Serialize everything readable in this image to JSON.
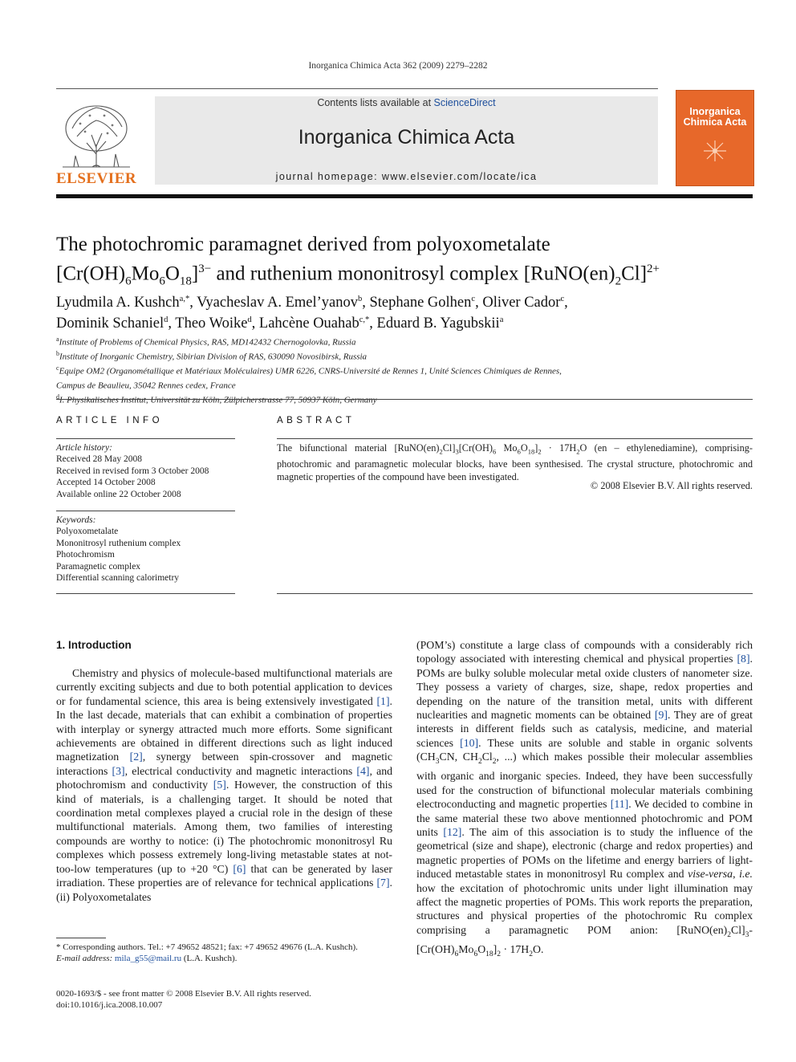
{
  "header": {
    "citation": "Inorganica Chimica Acta 362 (2009) 2279–2282",
    "contents_prefix": "Contents lists available at ",
    "sciencedirect": "ScienceDirect",
    "journal_title": "Inorganica Chimica Acta",
    "homepage": "journal homepage: www.elsevier.com/locate/ica",
    "publisher": "ELSEVIER",
    "cover_title_1": "Inorganica",
    "cover_title_2": "Chimica Acta"
  },
  "article": {
    "title_line1": "The photochromic paramagnet derived from polyoxometalate",
    "title_l2_a": "[Cr(OH)",
    "title_l2_s1": "6",
    "title_l2_b": "Mo",
    "title_l2_s2": "6",
    "title_l2_c": "O",
    "title_l2_s3": "18",
    "title_l2_d": "]",
    "title_l2_sup1": "3−",
    "title_l2_e": " and ruthenium mononitrosyl complex [RuNO(en)",
    "title_l2_s4": "2",
    "title_l2_f": "Cl]",
    "title_l2_sup2": "2+",
    "authors": [
      {
        "name": "Lyudmila A. Kushch",
        "aff": "a,*",
        "sep": ", "
      },
      {
        "name": "Vyacheslav A. Emel’yanov",
        "aff": "b",
        "sep": ", "
      },
      {
        "name": "Stephane Golhen",
        "aff": "c",
        "sep": ", "
      },
      {
        "name": "Oliver Cador",
        "aff": "c",
        "sep": ","
      },
      {
        "name": "Dominik Schaniel",
        "aff": "d",
        "sep": ", "
      },
      {
        "name": "Theo Woike",
        "aff": "d",
        "sep": ", "
      },
      {
        "name": "Lahcène Ouahab",
        "aff": "c,*",
        "sep": ", "
      },
      {
        "name": "Eduard B. Yagubskii",
        "aff": "a",
        "sep": ""
      }
    ],
    "affiliations": [
      {
        "mark": "a",
        "text": "Institute of Problems of Chemical Physics, RAS, MD142432 Chernogolovka, Russia"
      },
      {
        "mark": "b",
        "text": "Institute of Inorganic Chemistry, Sibirian Division of RAS, 630090 Novosibirsk, Russia"
      },
      {
        "mark": "c",
        "text": "Equipe OM2 (Organométallique et Matériaux Moléculaires) UMR 6226, CNRS-Université de Rennes 1, Unité Sciences Chimiques de Rennes,"
      },
      {
        "mark": "",
        "text": "Campus de Beaulieu, 35042 Rennes cedex, France"
      },
      {
        "mark": "d",
        "text": "I. Physikalisches Institut, Universität zu Köln, Zülpicherstrasse 77, 50937 Köln, Germany"
      }
    ]
  },
  "article_info": {
    "heading": "ARTICLE INFO",
    "history_label": "Article history:",
    "history": [
      "Received 28 May 2008",
      "Received in revised form 3 October 2008",
      "Accepted 14 October 2008",
      "Available online 22 October 2008"
    ],
    "keywords_label": "Keywords:",
    "keywords": [
      "Polyoxometalate",
      "Mononitrosyl ruthenium complex",
      "Photochromism",
      "Paramagnetic complex",
      "Differential scanning calorimetry"
    ]
  },
  "abstract": {
    "heading": "ABSTRACT",
    "p1": "The bifunctional material [RuNO(en)",
    "p2": "2",
    "p3": "Cl]",
    "p4": "3",
    "p5": "[Cr(OH)",
    "p6": "6",
    "p7": " Mo",
    "p8": "6",
    "p9": "O",
    "p10": "18",
    "p11": "]",
    "p12": "2",
    "p13": " · 17H",
    "p14": "2",
    "p15": "O (en – ethylenediamine), comprising-photochromic and paramagnetic molecular blocks, have been synthesised. The crystal structure, photochromic and magnetic properties of the compound have been investigated.",
    "copyright": "© 2008 Elsevier B.V. All rights reserved."
  },
  "intro": {
    "heading": "1. Introduction",
    "left": {
      "t1": "Chemistry and physics of molecule-based multifunctional materials are currently exciting subjects and due to both potential application to devices or for fundamental science, this area is being extensively investigated ",
      "r1": "[1]",
      "t2": ". In the last decade, materials that can exhibit a combination of properties with interplay or synergy attracted much more efforts. Some significant achievements are obtained in different directions such as light induced magnetization ",
      "r2": "[2]",
      "t3": ", synergy between spin-crossover and magnetic interactions ",
      "r3": "[3]",
      "t4": ", electrical conductivity and magnetic interactions ",
      "r4": "[4]",
      "t5": ", and photochromism and conductivity ",
      "r5": "[5]",
      "t6": ". However, the construction of this kind of materials, is a challenging target. It should be noted that coordination metal complexes played a crucial role in the design of these multifunctional materials. Among them, two families of interesting compounds are worthy to notice: (i) The photochromic mononitrosyl Ru complexes which possess extremely long-living metastable states at not-too-low temperatures (up to +20 °C) ",
      "r6": "[6]",
      "t7": " that can be generated by laser irradiation. These properties are of relevance for technical applications ",
      "r7": "[7]",
      "t8": ". (ii) Polyoxometalates"
    },
    "right": {
      "t1": "(POM’s) constitute a large class of compounds with a considerably rich topology associated with interesting chemical and physical properties ",
      "r1": "[8]",
      "t2": ". POMs are bulky soluble molecular metal oxide clusters of nanometer size. They possess a variety of charges, size, shape, redox properties and depending on the nature of the transition metal, units with different nuclearities and magnetic moments can be obtained ",
      "r2": "[9]",
      "t3": ". They are of great interests in different fields such as catalysis, medicine, and material sciences ",
      "r3": "[10]",
      "t4": ". These units are soluble and stable in organic solvents (CH",
      "s1": "3",
      "t5": "CN, CH",
      "s2": "2",
      "t6": "Cl",
      "s3": "2",
      "t7": ", ...) which makes possible their molecular assemblies with organic and inorganic species. Indeed, they have been successfully used for the construction of bifunctional molecular materials combining electroconducting and magnetic properties ",
      "r4": "[11]",
      "t8": ". We decided to combine in the same material these two above mentionned photochromic and POM units ",
      "r5": "[12]",
      "t9": ". The aim of this association is to study the influence of the geometrical (size and shape), electronic (charge and redox properties) and magnetic properties of POMs on the lifetime and energy barriers of light-induced metastable states in mononitrosyl Ru complex and ",
      "i1": "vise-versa",
      "t10": ", ",
      "i2": "i.e.",
      "t11": " how the excitation of photochromic units under light illumination may affect the magnetic properties of POMs. This work reports the preparation, structures and physical properties of the photochromic Ru complex comprising a paramagnetic POM anion: [RuNO(en)",
      "s4": "2",
      "t12": "Cl]",
      "s5": "3",
      "t13": "-[Cr(OH)",
      "s6": "6",
      "t14": "Mo",
      "s7": "6",
      "t15": "O",
      "s8": "18",
      "t16": "]",
      "s9": "2",
      "t17": " · 17H",
      "s10": "2",
      "t18": "O."
    }
  },
  "footnote": {
    "line1": "* Corresponding authors. Tel.: +7 49652 48521; fax: +7 49652 49676 (L.A. Kushch).",
    "email_label": "E-mail address: ",
    "email": "mila_g55@mail.ru",
    "email_suffix": " (L.A. Kushch)."
  },
  "issn": {
    "line1": "0020-1693/$ - see front matter © 2008 Elsevier B.V. All rights reserved.",
    "line2": "doi:10.1016/j.ica.2008.10.007"
  }
}
